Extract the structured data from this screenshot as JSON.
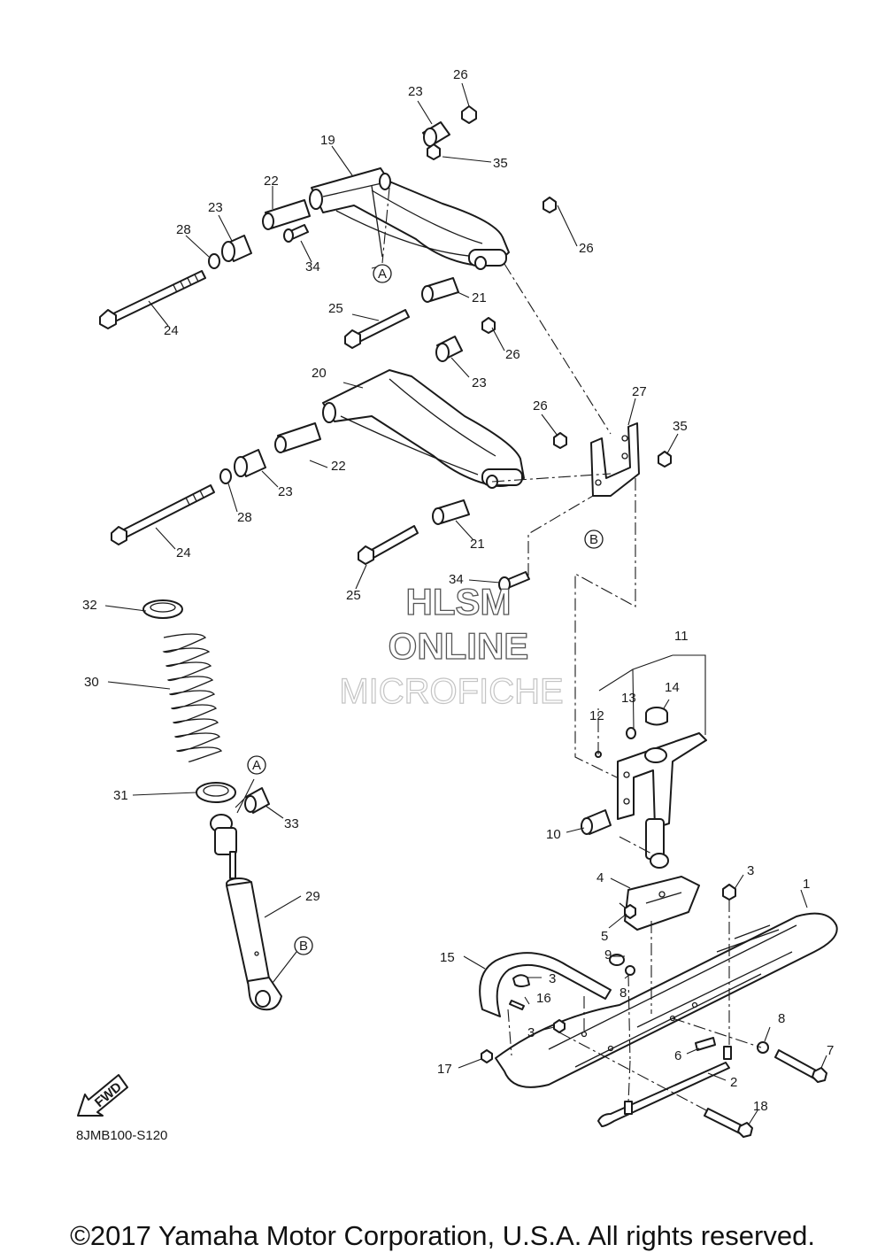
{
  "diagram": {
    "diagram_code": "8JMB100-S120",
    "direction_label": "FWD",
    "watermark": {
      "line1": "HLSM",
      "line2": "ONLINE",
      "line3": "MICROFICHE"
    },
    "reference_markers": {
      "a": "A",
      "b": "B"
    },
    "callouts": {
      "c1": "1",
      "c2": "2",
      "c3a": "3",
      "c3b": "3",
      "c3c": "3",
      "c4": "4",
      "c5": "5",
      "c6": "6",
      "c7": "7",
      "c8a": "8",
      "c8b": "8",
      "c9": "9",
      "c10": "10",
      "c11": "11",
      "c12": "12",
      "c13": "13",
      "c14": "14",
      "c15": "15",
      "c16": "16",
      "c17": "17",
      "c18": "18",
      "c19": "19",
      "c20": "20",
      "c21a": "21",
      "c21b": "21",
      "c22a": "22",
      "c22b": "22",
      "c23a": "23",
      "c23b": "23",
      "c23c": "23",
      "c23d": "23",
      "c24a": "24",
      "c24b": "24",
      "c25a": "25",
      "c25b": "25",
      "c26a": "26",
      "c26b": "26",
      "c26c": "26",
      "c26d": "26",
      "c27": "27",
      "c28a": "28",
      "c28b": "28",
      "c29": "29",
      "c30": "30",
      "c31": "31",
      "c32": "32",
      "c33": "33",
      "c34a": "34",
      "c34b": "34",
      "c35a": "35",
      "c35b": "35"
    }
  },
  "footer": {
    "copyright": "©2017 Yamaha Motor Corporation, U.S.A. All rights reserved."
  }
}
